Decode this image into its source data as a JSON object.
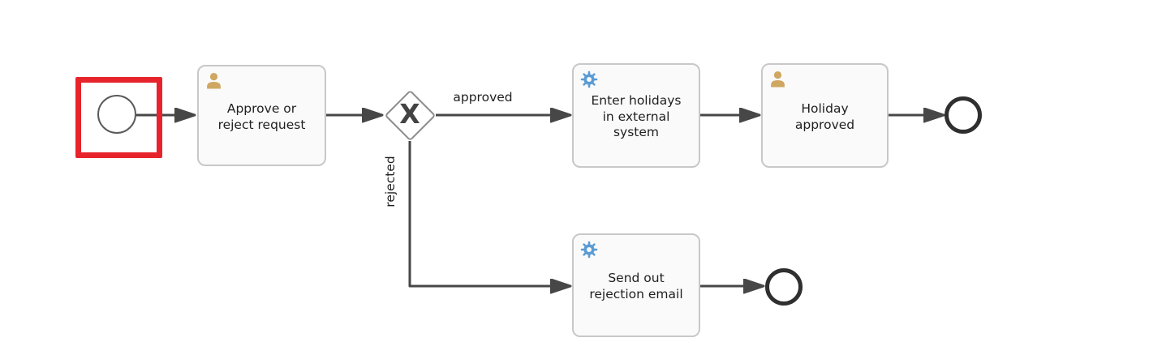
{
  "diagram": {
    "kind": "bpmn-process",
    "colors": {
      "background": "#ffffff",
      "flow_line": "#474747",
      "task_fill": "#fafafa",
      "task_border": "#c8c8c8",
      "gateway_border": "#8c8c8c",
      "gateway_marker": "#434343",
      "event_thin_stroke": "#5a5a5a",
      "event_thick_stroke": "#2f2f2f",
      "label_text": "#1f1f1f",
      "highlight_red": "#e7242b",
      "user_icon_color": "#cfa760",
      "gear_icon_color": "#5a9bd5"
    },
    "start_event": {
      "highlighted": true
    },
    "tasks": [
      {
        "icon": "user-icon",
        "label": [
          "Approve or",
          "reject request"
        ]
      },
      {
        "icon": "gear-icon",
        "label": [
          "Enter holidays",
          "in external",
          "system"
        ]
      },
      {
        "icon": "user-icon",
        "label": [
          "Holiday",
          "approved"
        ]
      },
      {
        "icon": "gear-icon",
        "label": [
          "Send out",
          "rejection email"
        ]
      }
    ],
    "gateway": {
      "type": "exclusive",
      "marker": "X"
    },
    "edge_labels": {
      "approved": "approved",
      "rejected": "rejected"
    }
  }
}
